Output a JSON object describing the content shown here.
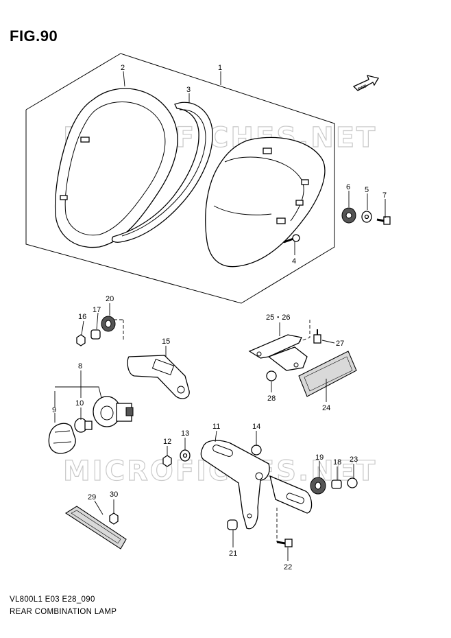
{
  "figure": {
    "title": "FIG.90",
    "model_code": "VL800L1 E03 E28_090",
    "name": "REAR COMBINATION LAMP",
    "watermark": "MICROFICHES.NET",
    "direction_label": "FWD"
  },
  "callouts": {
    "c1": "1",
    "c2": "2",
    "c3": "3",
    "c4": "4",
    "c5": "5",
    "c6": "6",
    "c7": "7",
    "c8": "8",
    "c9": "9",
    "c10": "10",
    "c11": "11",
    "c12": "12",
    "c13": "13",
    "c14": "14",
    "c15": "15",
    "c16": "16",
    "c17": "17",
    "c18": "18",
    "c19": "19",
    "c20": "20",
    "c21": "21",
    "c22": "22",
    "c23": "23",
    "c24": "24",
    "c2526": "25・26",
    "c27": "27",
    "c28": "28",
    "c29": "29",
    "c30": "30"
  },
  "colors": {
    "line": "#000000",
    "watermark": "#c9c9c9",
    "background": "#ffffff"
  }
}
